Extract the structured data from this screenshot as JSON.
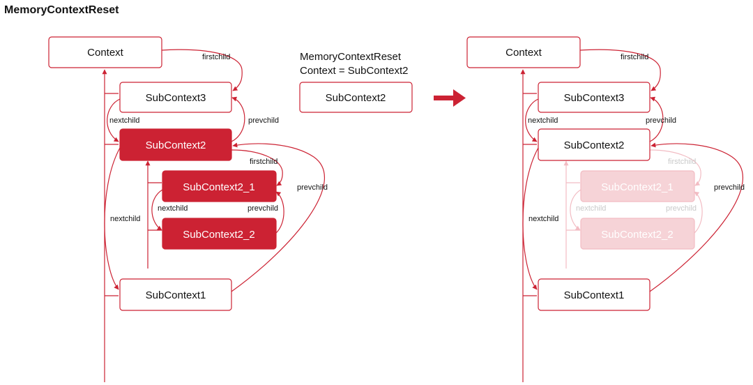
{
  "title": "MemoryContextReset",
  "operation": {
    "line1": "MemoryContextReset",
    "line2": "Context = SubContext2",
    "target_box": "SubContext2"
  },
  "colors": {
    "accent": "#cc2233",
    "faded_fill": "#f6d3d7",
    "faded_stroke": "#f2bcc3",
    "faded_text": "#ffffff",
    "faded_label": "#c9c9c9",
    "text": "#111111"
  },
  "before": {
    "nodes": {
      "context": "Context",
      "sub3": "SubContext3",
      "sub2": "SubContext2",
      "sub2_1": "SubContext2_1",
      "sub2_2": "SubContext2_2",
      "sub1": "SubContext1"
    },
    "edge_labels": {
      "firstchild_top": "firstchild",
      "nextchild_3": "nextchild",
      "prevchild_2": "prevchild",
      "firstchild_2": "firstchild",
      "prevchild_outer": "prevchild",
      "nextchild_21": "nextchild",
      "prevchild_22": "prevchild",
      "nextchild_outer": "nextchild"
    }
  },
  "after": {
    "nodes": {
      "context": "Context",
      "sub3": "SubContext3",
      "sub2": "SubContext2",
      "sub2_1": "SubContext2_1",
      "sub2_2": "SubContext2_2",
      "sub1": "SubContext1"
    },
    "edge_labels": {
      "firstchild_top": "firstchild",
      "nextchild_3": "nextchild",
      "prevchild_2": "prevchild",
      "firstchild_2": "firstchild",
      "prevchild_outer": "prevchild",
      "nextchild_21": "nextchild",
      "prevchild_22": "prevchild",
      "nextchild_outer": "nextchild"
    }
  }
}
